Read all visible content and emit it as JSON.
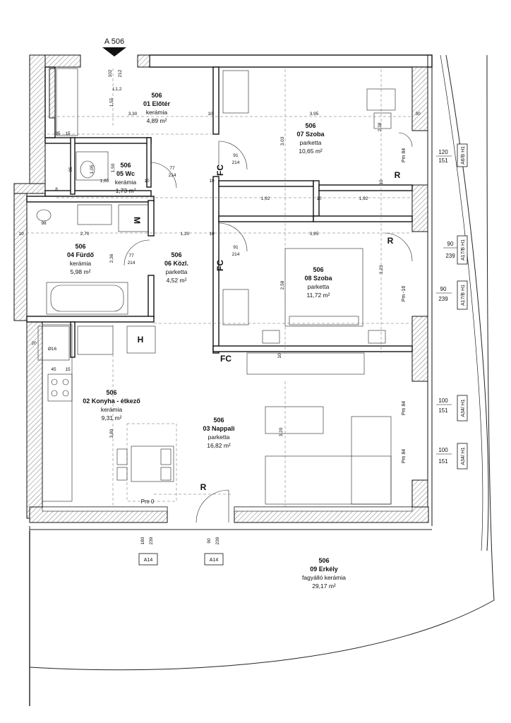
{
  "section_marker": "A 506",
  "rooms": [
    {
      "id": "elotér",
      "num": "506",
      "name": "01 Előtér",
      "finish": "kerámia",
      "area": "4,89 m²"
    },
    {
      "id": "konyha",
      "num": "506",
      "name": "02 Konyha - étkező",
      "finish": "kerámia",
      "area": "9,31 m²"
    },
    {
      "id": "nappali",
      "num": "506",
      "name": "03 Nappali",
      "finish": "parketta",
      "area": "16,82 m²"
    },
    {
      "id": "furdo",
      "num": "506",
      "name": "04 Fürdő",
      "finish": "kerámia",
      "area": "5,98 m²"
    },
    {
      "id": "wc",
      "num": "506",
      "name": "05 Wc",
      "finish": "kerámia",
      "area": "1,73 m²"
    },
    {
      "id": "kozl",
      "num": "506",
      "name": "06 Közl.",
      "finish": "parketta",
      "area": "4,52 m²"
    },
    {
      "id": "szoba7",
      "num": "506",
      "name": "07 Szoba",
      "finish": "parketta",
      "area": "10,65 m²"
    },
    {
      "id": "szoba8",
      "num": "506",
      "name": "08 Szoba",
      "finish": "parketta",
      "area": "11,72 m²"
    },
    {
      "id": "erkely",
      "num": "506",
      "name": "09 Erkély",
      "finish": "fagyálló kerámia",
      "area": "29,17 m²"
    }
  ],
  "dimensions": {
    "d_102": "102",
    "d_212": "212",
    "d_L12": "L1,2",
    "d_155": "1,55",
    "d_330": "3,30",
    "d_10a": "10",
    "d_395a": "3,95",
    "d_30": "30",
    "d_303": "3,03",
    "d_238": "2,38",
    "d_35": "35",
    "d_15": "15",
    "d_91a": "91",
    "d_214a": "214",
    "d_105": "1,05",
    "d_150": "1,50",
    "d_77a": "77",
    "d_214b": "214",
    "d_95": "95",
    "d_165": "1,65",
    "d_10b": "10",
    "d_10c": "10",
    "d_8": "8",
    "d_192a": "1,92",
    "d_10d": "10",
    "d_192b": "1,92",
    "d_10e": "10",
    "d_98": "98",
    "d_10f": "10",
    "d_270": "2,70",
    "d_120": "1,20",
    "d_10g": "10",
    "d_395b": "3,95",
    "d_91b": "91",
    "d_214c": "214",
    "d_236": "2,36",
    "d_77b": "77",
    "d_214d": "214",
    "d_323": "3,23",
    "d_258": "2,58",
    "d_20": "20",
    "d_016": "Ø16",
    "d_45": "45",
    "d_15b": "15",
    "d_380": "3,80",
    "d_320": "3,20",
    "d_10h": "10",
    "d_pm0": "Pm 0",
    "d_180": "180",
    "d_239a": "239",
    "d_90a": "90",
    "d_239b": "239"
  },
  "window_tags": [
    {
      "w": "120",
      "h": "151",
      "code": "A6/B H1",
      "pm": "Pm 84"
    },
    {
      "w": "90",
      "h": "239",
      "code": "A17/B H1",
      "pm": ""
    },
    {
      "w": "90",
      "h": "239",
      "code": "A17/B H1",
      "pm": "Pm -16"
    },
    {
      "w": "100",
      "h": "151",
      "code": "A34/ H1",
      "pm": "Pm 84"
    },
    {
      "w": "100",
      "h": "151",
      "code": "A34/ H1",
      "pm": "Pm 84"
    }
  ],
  "door_tags": [
    {
      "code": "A14"
    },
    {
      "code": "A14"
    }
  ],
  "symbols": {
    "fc1": "FC",
    "fc2": "FC",
    "fc3": "FC",
    "r1": "R",
    "r2": "R",
    "r3": "R",
    "h": "H",
    "m": "M"
  }
}
